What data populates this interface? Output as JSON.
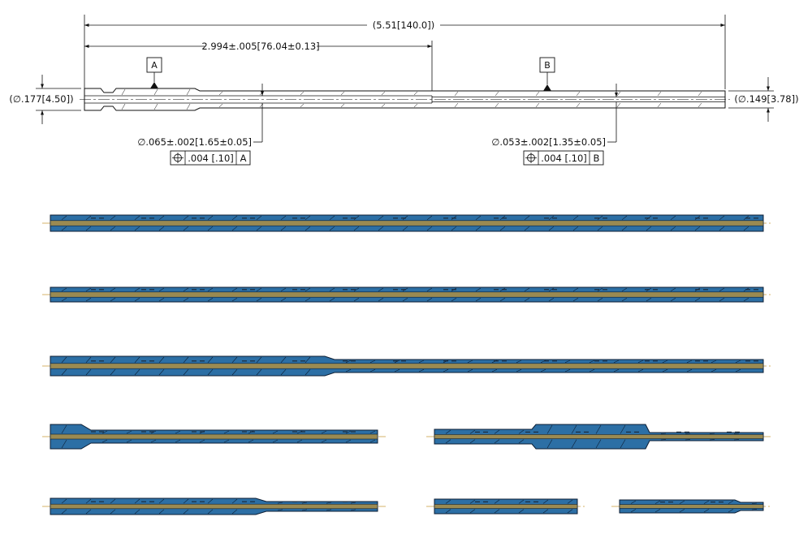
{
  "technical_drawing": {
    "overall_length": "(5.51[140.0])",
    "step_length": "2.994±.005[76.04±0.13]",
    "left_od": "(∅.177[4.50])",
    "right_od": "(∅.149[3.78])",
    "datum_a": "A",
    "datum_b": "B",
    "bore_a": {
      "size": "∅.065±.002[1.65±0.05]",
      "tolerance": ".004 [.10]",
      "datum": "A",
      "symbol": "position-symbol"
    },
    "bore_b": {
      "size": "∅.053±.002[1.35±0.05]",
      "tolerance": ".004 [.10]",
      "datum": "B",
      "symbol": "position-symbol"
    }
  },
  "colors": {
    "tube_fill": "#2c6fa5",
    "tube_outline": "#0d1e33",
    "core": "#9a8a52",
    "centerline": "#c69b3a"
  },
  "tube_variants": [
    "straight-tube",
    "straight-tube",
    "stepped-tube",
    "collar-end-tube",
    "center-collar-tube",
    "tapered-tube",
    "short-straight-tube",
    "short-stepped-tube"
  ]
}
